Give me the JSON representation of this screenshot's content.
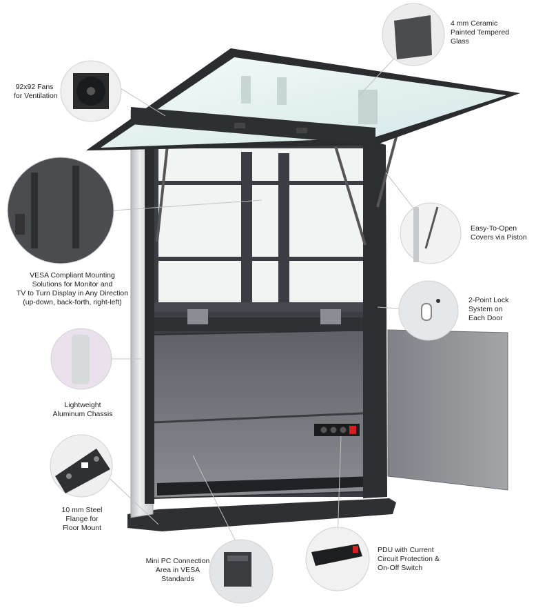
{
  "callouts": {
    "glass": [
      "4 mm Ceramic",
      "Painted Tempered",
      "Glass"
    ],
    "fans": [
      "92x92 Fans",
      "for Ventilation"
    ],
    "piston": [
      "Easy-To-Open",
      "Covers via Piston"
    ],
    "vesa": [
      "VESA Compliant Mounting",
      "Solutions for Monitor and",
      "TV to Turn Display in Any Direction",
      "(up-down, back-forth, right-left)"
    ],
    "lock": [
      "2-Point Lock",
      "System on",
      "Each Door"
    ],
    "chassis": [
      "Lightweight",
      "Aluminum Chassis"
    ],
    "flange": [
      "10 mm Steel",
      "Flange for",
      "Floor Mount"
    ],
    "pdu": [
      "PDU with Current",
      "Circuit Protection &",
      "On-Off Switch"
    ],
    "minipc": [
      "Mini PC Connection",
      "Area in VESA",
      "Standards"
    ]
  },
  "colors": {
    "frame_dark": "#2b2d30",
    "frame_mid": "#4a4d52",
    "panel_grey": "#6f7276",
    "aluminum": "#d9dadc",
    "door_grey": "#8a8d90",
    "glass": "#dfeeee",
    "pdu_red": "#d42020"
  }
}
